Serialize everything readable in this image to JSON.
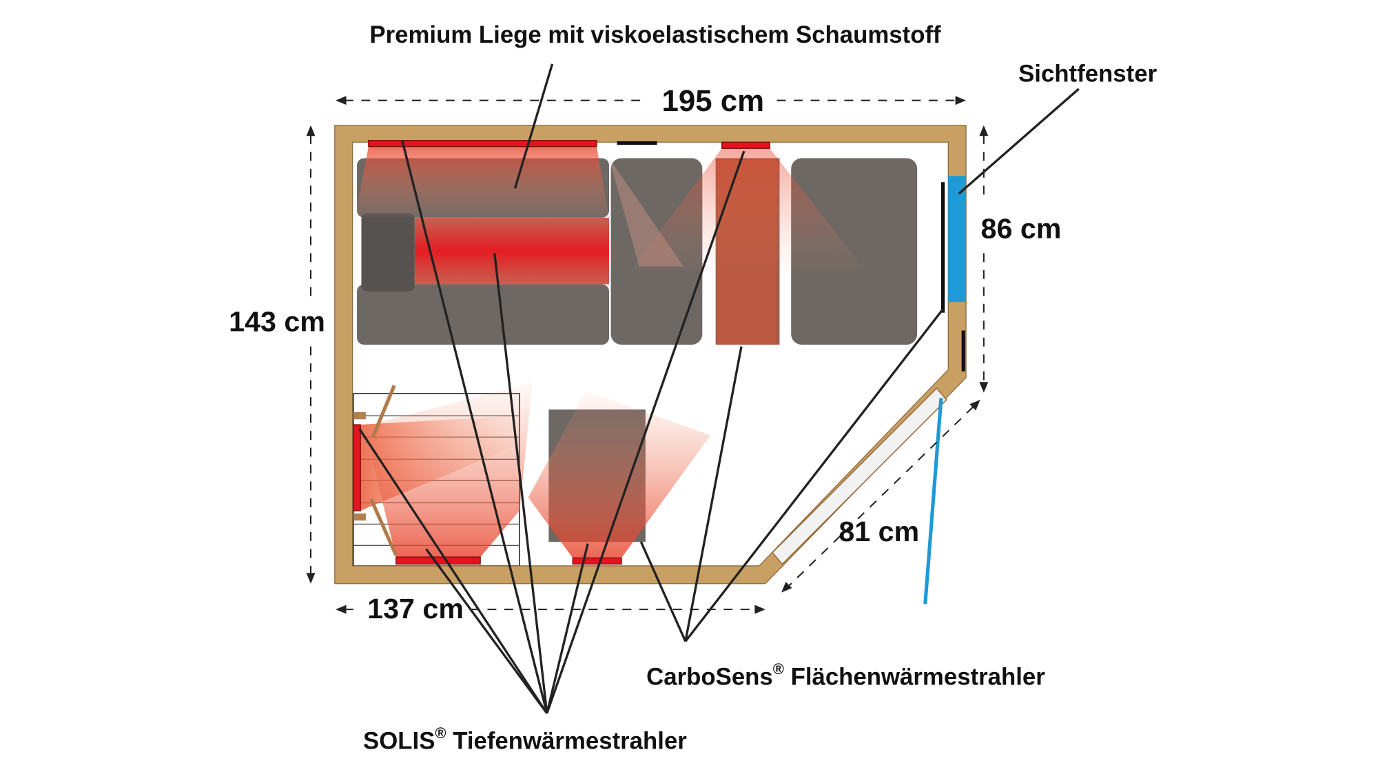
{
  "labels": {
    "liege": "Premium Liege mit viskoelastischem Schaumstoff",
    "sichtfenster": "Sichtfenster",
    "carbosens_name": "CarboSens",
    "carbosens_rest": " Flächenwärmestrahler",
    "solis_name": "SOLIS",
    "solis_rest": " Tiefenwärmestrahler",
    "registered": "®"
  },
  "dimensions": {
    "width_top": "195 cm",
    "depth_left": "143 cm",
    "width_bottom": "137 cm",
    "depth_right": "86 cm",
    "door_diagonal": "81 cm"
  },
  "colors": {
    "wall": "#c9a064",
    "window": "#1e9ad6",
    "heater": "#e3141f",
    "cushion": "#6e6864"
  }
}
